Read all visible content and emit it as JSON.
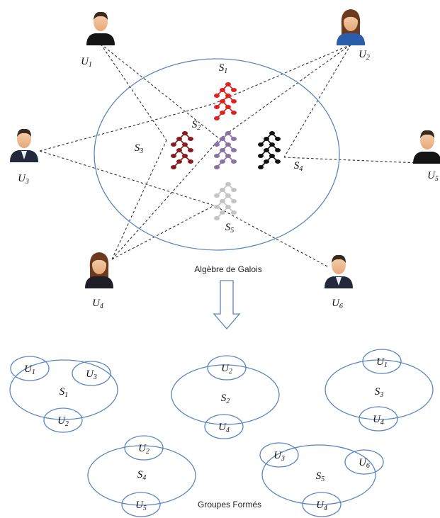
{
  "users": [
    {
      "id": "u1",
      "base": "U",
      "sub": "1",
      "icon": "man-avatar-icon"
    },
    {
      "id": "u2",
      "base": "U",
      "sub": "2",
      "icon": "woman-avatar-icon"
    },
    {
      "id": "u3",
      "base": "U",
      "sub": "3",
      "icon": "businessman-avatar-icon"
    },
    {
      "id": "u4",
      "base": "U",
      "sub": "4",
      "icon": "woman-avatar-icon"
    },
    {
      "id": "u5",
      "base": "U",
      "sub": "5",
      "icon": "man-avatar-icon"
    },
    {
      "id": "u6",
      "base": "U",
      "sub": "6",
      "icon": "businessman-avatar-icon"
    }
  ],
  "services": [
    {
      "id": "s1",
      "base": "S",
      "sub": "1",
      "color": "#e0221e"
    },
    {
      "id": "s2",
      "base": "S",
      "sub": "2",
      "color": "#8a72a8"
    },
    {
      "id": "s3",
      "base": "S",
      "sub": "3",
      "color": "#8b1a1a"
    },
    {
      "id": "s4",
      "base": "S",
      "sub": "4",
      "color": "#111111"
    },
    {
      "id": "s5",
      "base": "S",
      "sub": "5",
      "color": "#c4c4c4"
    }
  ],
  "links": [
    [
      "u1",
      "s3"
    ],
    [
      "u1",
      "s2"
    ],
    [
      "u2",
      "s1"
    ],
    [
      "u2",
      "s2"
    ],
    [
      "u2",
      "s4"
    ],
    [
      "u3",
      "s1"
    ],
    [
      "u3",
      "s5"
    ],
    [
      "u4",
      "s3"
    ],
    [
      "u4",
      "s2"
    ],
    [
      "u4",
      "s5"
    ],
    [
      "u5",
      "s4"
    ],
    [
      "u6",
      "s5"
    ]
  ],
  "captions": {
    "process": "Algèbre de Galois",
    "result": "Groupes Formés"
  },
  "groups": [
    {
      "service": {
        "base": "S",
        "sub": "1"
      },
      "members": [
        {
          "base": "U",
          "sub": "1"
        },
        {
          "base": "U",
          "sub": "3"
        },
        {
          "base": "U",
          "sub": "2"
        }
      ]
    },
    {
      "service": {
        "base": "S",
        "sub": "2"
      },
      "members": [
        {
          "base": "U",
          "sub": "2"
        },
        {
          "base": "U",
          "sub": "4"
        }
      ]
    },
    {
      "service": {
        "base": "S",
        "sub": "3"
      },
      "members": [
        {
          "base": "U",
          "sub": "1"
        },
        {
          "base": "U",
          "sub": "4"
        }
      ]
    },
    {
      "service": {
        "base": "S",
        "sub": "4"
      },
      "members": [
        {
          "base": "U",
          "sub": "2"
        },
        {
          "base": "U",
          "sub": "5"
        }
      ]
    },
    {
      "service": {
        "base": "S",
        "sub": "5"
      },
      "members": [
        {
          "base": "U",
          "sub": "3"
        },
        {
          "base": "U",
          "sub": "6"
        },
        {
          "base": "U",
          "sub": "4"
        }
      ]
    }
  ],
  "colors": {
    "ellipse": "#5b86c0",
    "link": "#333333"
  }
}
